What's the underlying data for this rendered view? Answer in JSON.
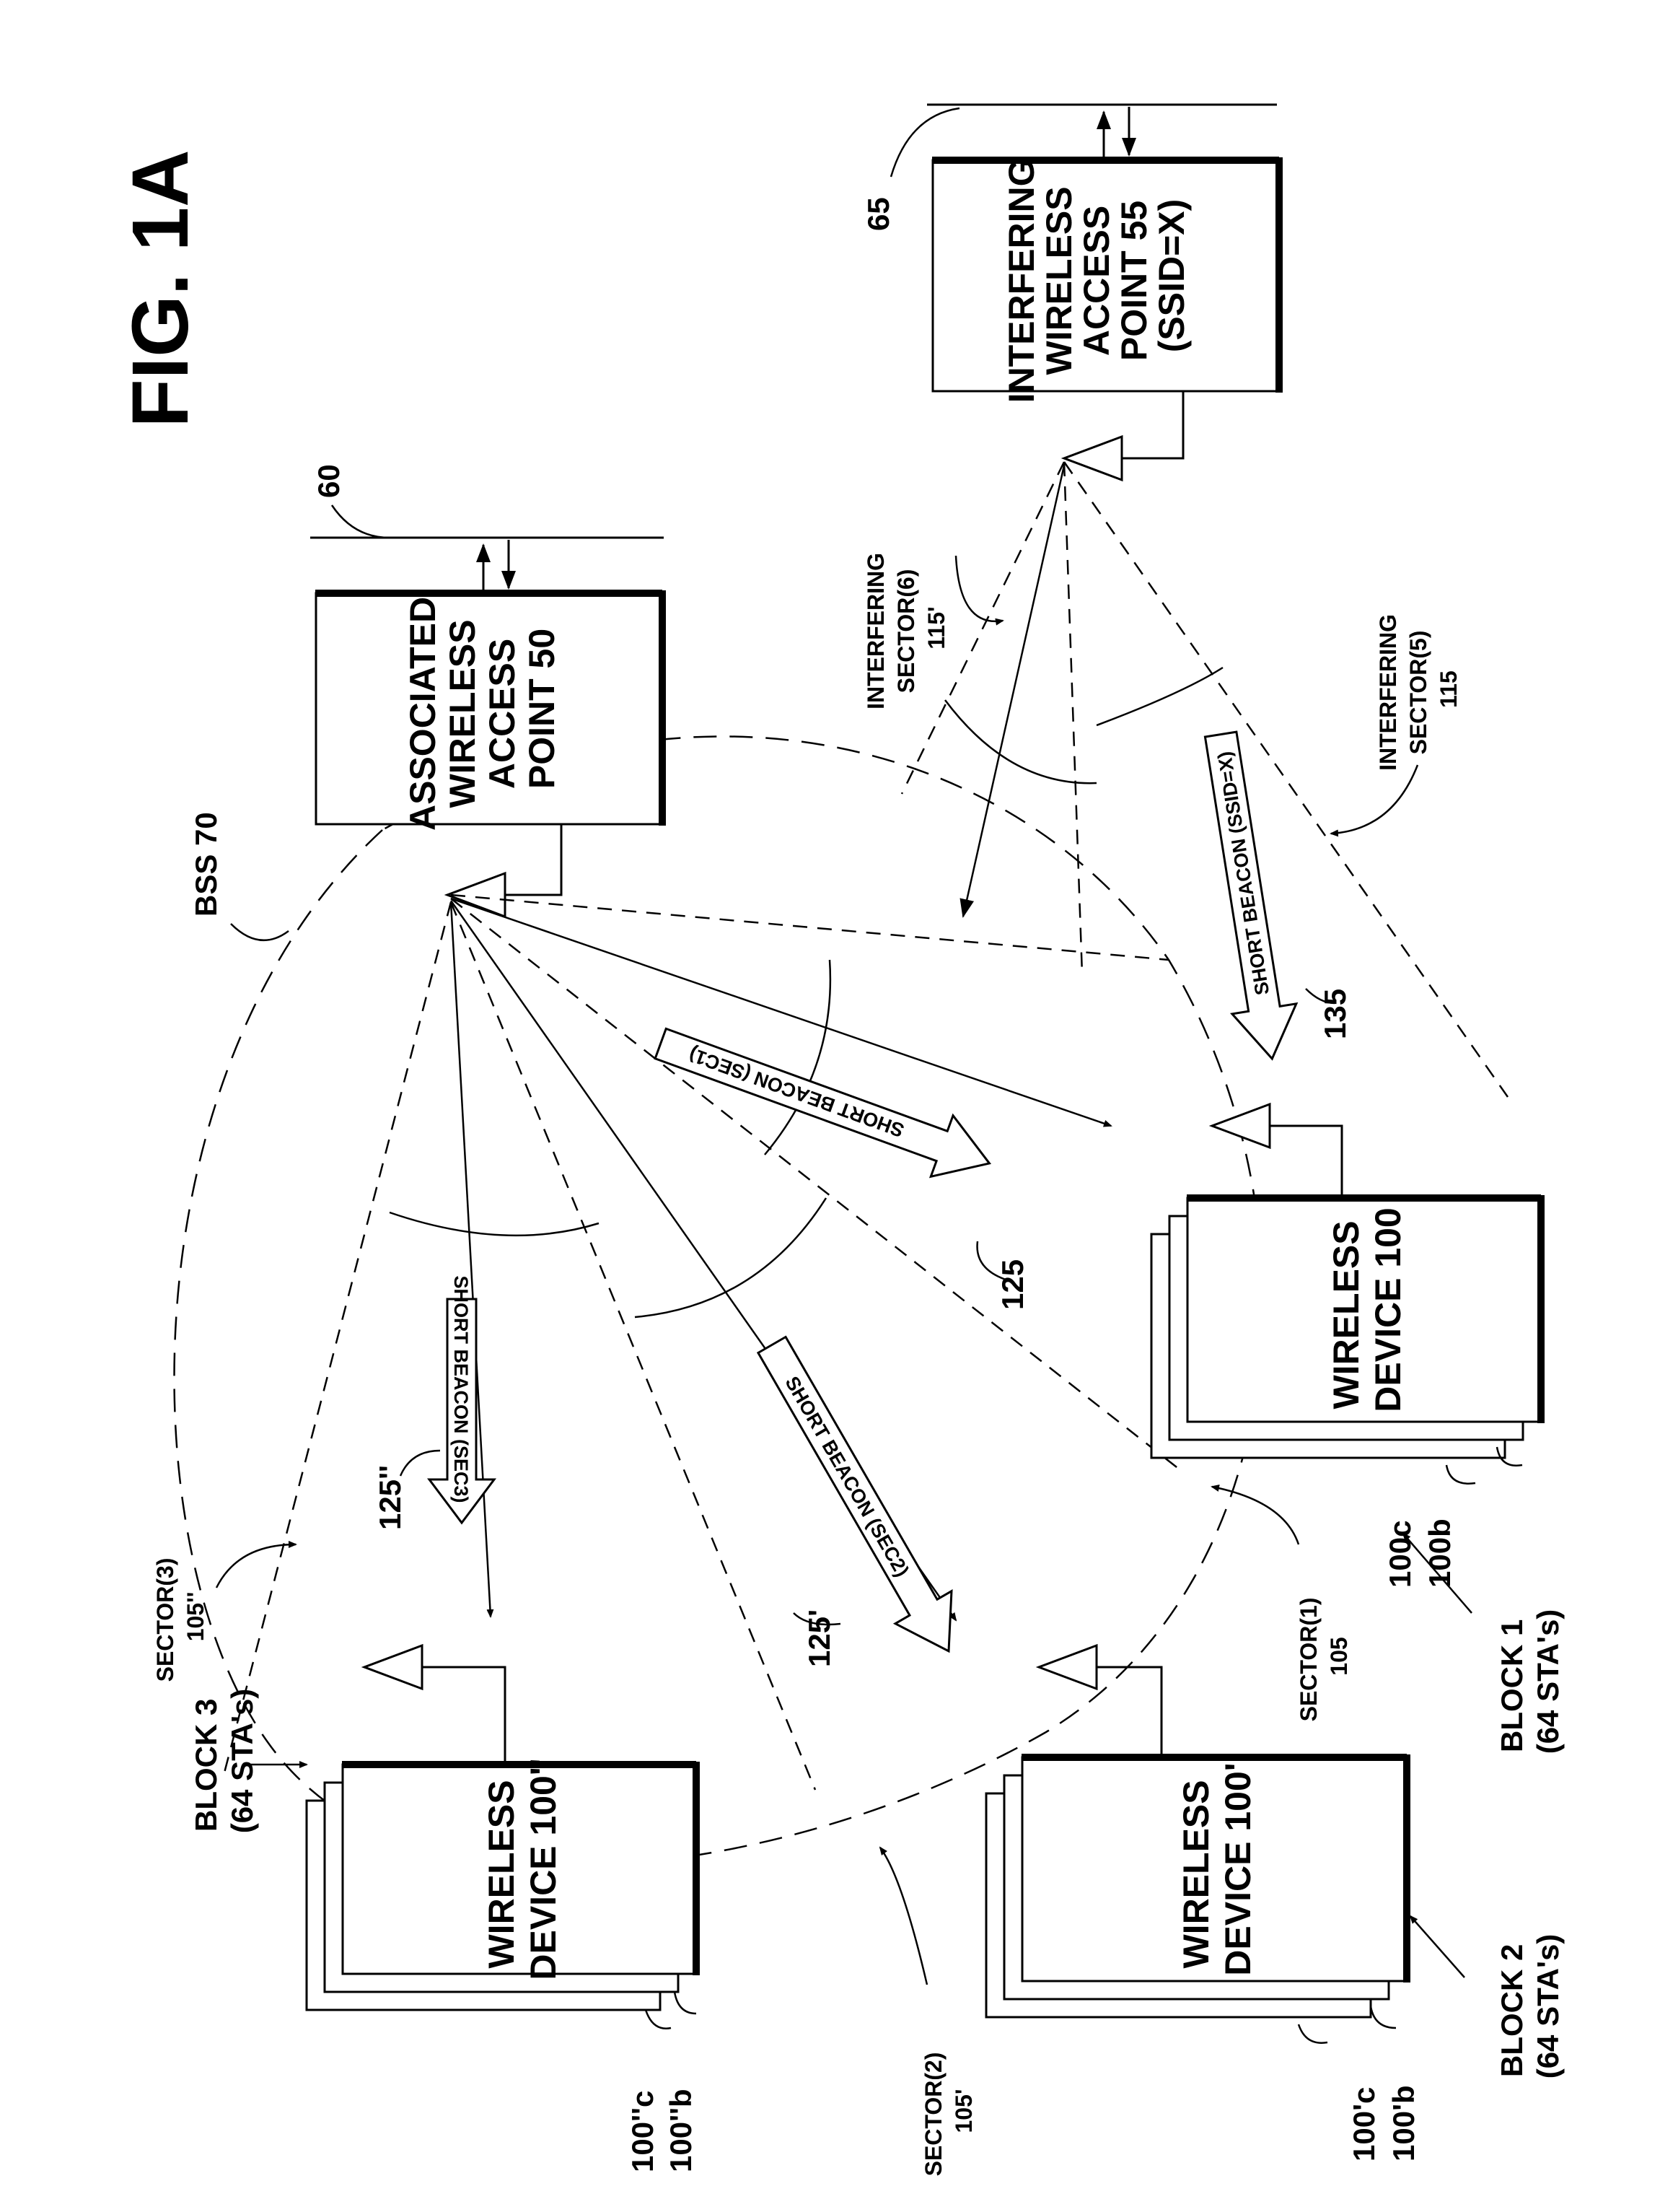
{
  "figure_title": "FIG. 1A",
  "access_points": {
    "associated": {
      "lines": [
        "ASSOCIATED",
        "WIRELESS",
        "ACCESS",
        "POINT 50"
      ],
      "ref": "60"
    },
    "interfering": {
      "lines": [
        "INTERFERING",
        "WIRELESS",
        "ACCESS",
        "POINT 55",
        "(SSID=X)"
      ],
      "ref": "65"
    }
  },
  "bss_label": "BSS 70",
  "devices": {
    "block1": {
      "lines": [
        "WIRELESS",
        "DEVICE 100"
      ],
      "ref_c": "100c",
      "ref_b": "100b",
      "block": [
        "BLOCK 1",
        "(64 STA's)"
      ]
    },
    "block2": {
      "lines": [
        "WIRELESS",
        "DEVICE 100'"
      ],
      "ref_c": "100'c",
      "ref_b": "100'b",
      "block": [
        "BLOCK 2",
        "(64 STA's)"
      ]
    },
    "block3": {
      "lines": [
        "WIRELESS",
        "DEVICE 100''"
      ],
      "ref_c": "100''c",
      "ref_b": "100''b",
      "block": [
        "BLOCK 3",
        "(64 STA's)"
      ]
    }
  },
  "sectors": {
    "s1": [
      "SECTOR(1)",
      "105"
    ],
    "s2": [
      "SECTOR(2)",
      "105'"
    ],
    "s3": [
      "SECTOR(3)",
      "105''"
    ],
    "s5": [
      "INTERFERING",
      "SECTOR(5)",
      "115"
    ],
    "s6": [
      "INTERFERING",
      "SECTOR(6)",
      "115'"
    ]
  },
  "beacons": {
    "sec1": {
      "text": "SHORT BEACON (SEC1)",
      "ref": "125"
    },
    "sec2": {
      "text": "SHORT BEACON (SEC2)",
      "ref": "125'"
    },
    "sec3": {
      "text": "SHORT BEACON (SEC3)",
      "ref": "125''"
    },
    "ssid": {
      "text": "SHORT BEACON (SSID=X)",
      "ref": "135"
    }
  }
}
